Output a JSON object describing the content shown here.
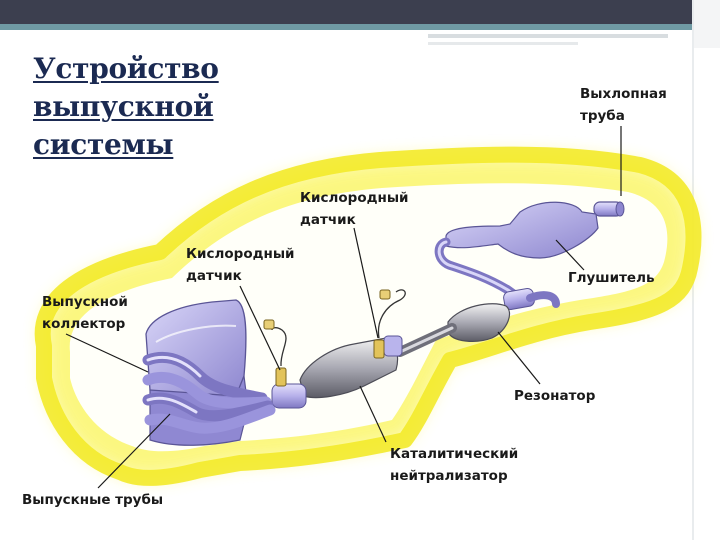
{
  "title": {
    "line1": "Устройство",
    "line2": "выпускной",
    "line3": "системы"
  },
  "labels": {
    "tailpipe": [
      "Выхлопная",
      "труба"
    ],
    "muffler": "Глушитель",
    "o2_sensor_2": [
      "Кислородный",
      "датчик"
    ],
    "o2_sensor_1": [
      "Кислородный",
      "датчик"
    ],
    "exhaust_manifold": [
      "Выпускной",
      "коллектор"
    ],
    "resonator": "Резонатор",
    "catalytic_converter": [
      "Каталитический",
      "нейтрализатор"
    ],
    "exhaust_pipes": "Выпускные трубы"
  },
  "colors": {
    "header_bar": "#3c3f4f",
    "header_accent": "#6f9aa4",
    "title_text": "#1b2a52",
    "car_glow": "#fbf66a",
    "car_outline": "#3a3a3a",
    "metal_parts": "#b9b4ec"
  }
}
